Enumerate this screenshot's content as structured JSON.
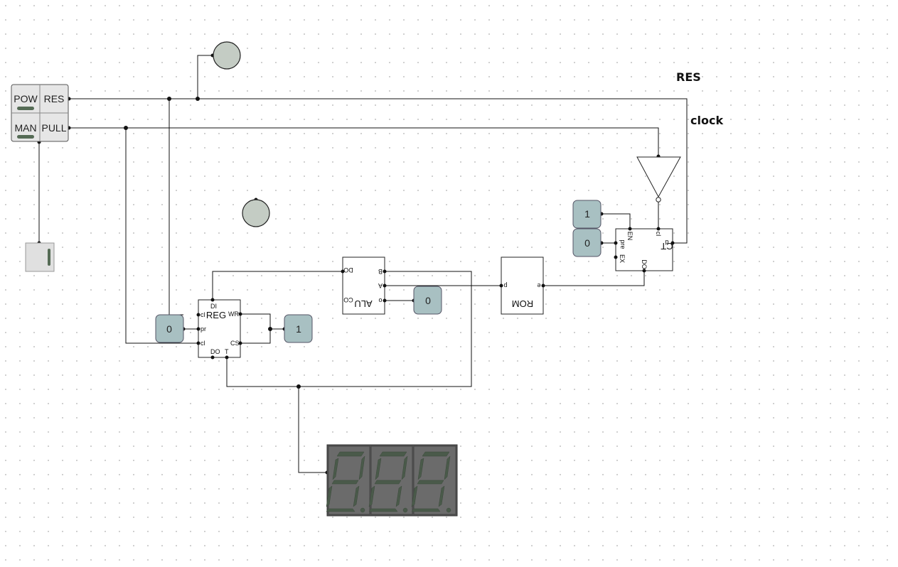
{
  "labels": {
    "res": "RES",
    "clock": "clock"
  },
  "power_module": {
    "pow": "POW",
    "res": "RES",
    "man": "MAN",
    "pull": "PULL"
  },
  "reg": {
    "name": "REG",
    "pins": {
      "di": "DI",
      "cl_top": "cl",
      "pr": "pr",
      "cl_bottom": "cl",
      "wr": "WR",
      "cs": "CS",
      "do": "DO",
      "t": "T"
    }
  },
  "alu": {
    "name": "ALU",
    "pins": {
      "do": "DO",
      "co": "CO",
      "b": "B",
      "a": "A",
      "o": "o"
    }
  },
  "rom": {
    "name": "ROM",
    "pins": {
      "p": "p",
      "e": "e"
    }
  },
  "ct": {
    "name": "CT",
    "pins": {
      "en": "EN",
      "pre": "pre",
      "ex": "EX",
      "cl": "cl",
      "d": "d",
      "do": "DO"
    }
  },
  "inputs": {
    "reg_in": "0",
    "reg_out": "1",
    "alu_in": "0",
    "ct_top": "1",
    "ct_bottom": "0"
  },
  "colors": {
    "wire": "#111111",
    "box_fill": "#ffffff",
    "button_fill": "#a8c0c2",
    "led_fill": "#c4ccc4",
    "display_bg": "#6b6b6b",
    "segment": "#4a5a4a"
  }
}
